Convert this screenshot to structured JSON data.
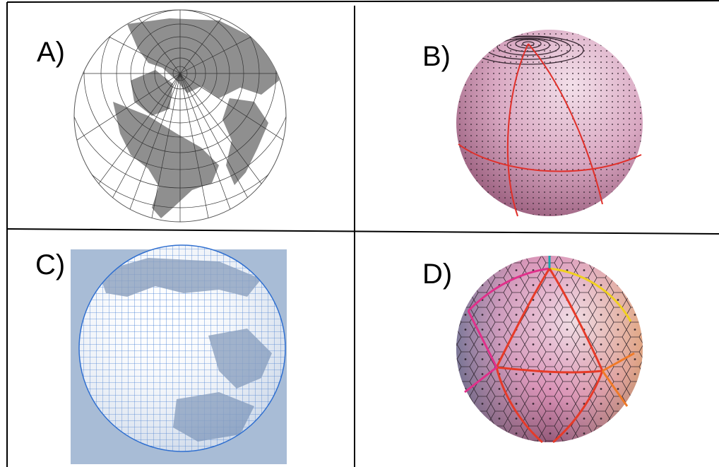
{
  "panels": [
    {
      "id": "A",
      "label": "A)"
    },
    {
      "id": "B",
      "label": "B)"
    },
    {
      "id": "C",
      "label": "C)"
    },
    {
      "id": "D",
      "label": "D)"
    }
  ],
  "colors": {
    "grid_lines": "#000000",
    "panel_a_land": "#8f8f8f",
    "panel_a_ocean": "#ffffff",
    "panel_b_sphere": "#d9a8c2",
    "panel_b_great_circles": "#e0302a",
    "panel_c_background": "#a8bcd6",
    "panel_c_cells": "#2f6fd0",
    "panel_d_sphere": "#d88fb4",
    "panel_d_icosahedron_edges": "#e63a28"
  }
}
